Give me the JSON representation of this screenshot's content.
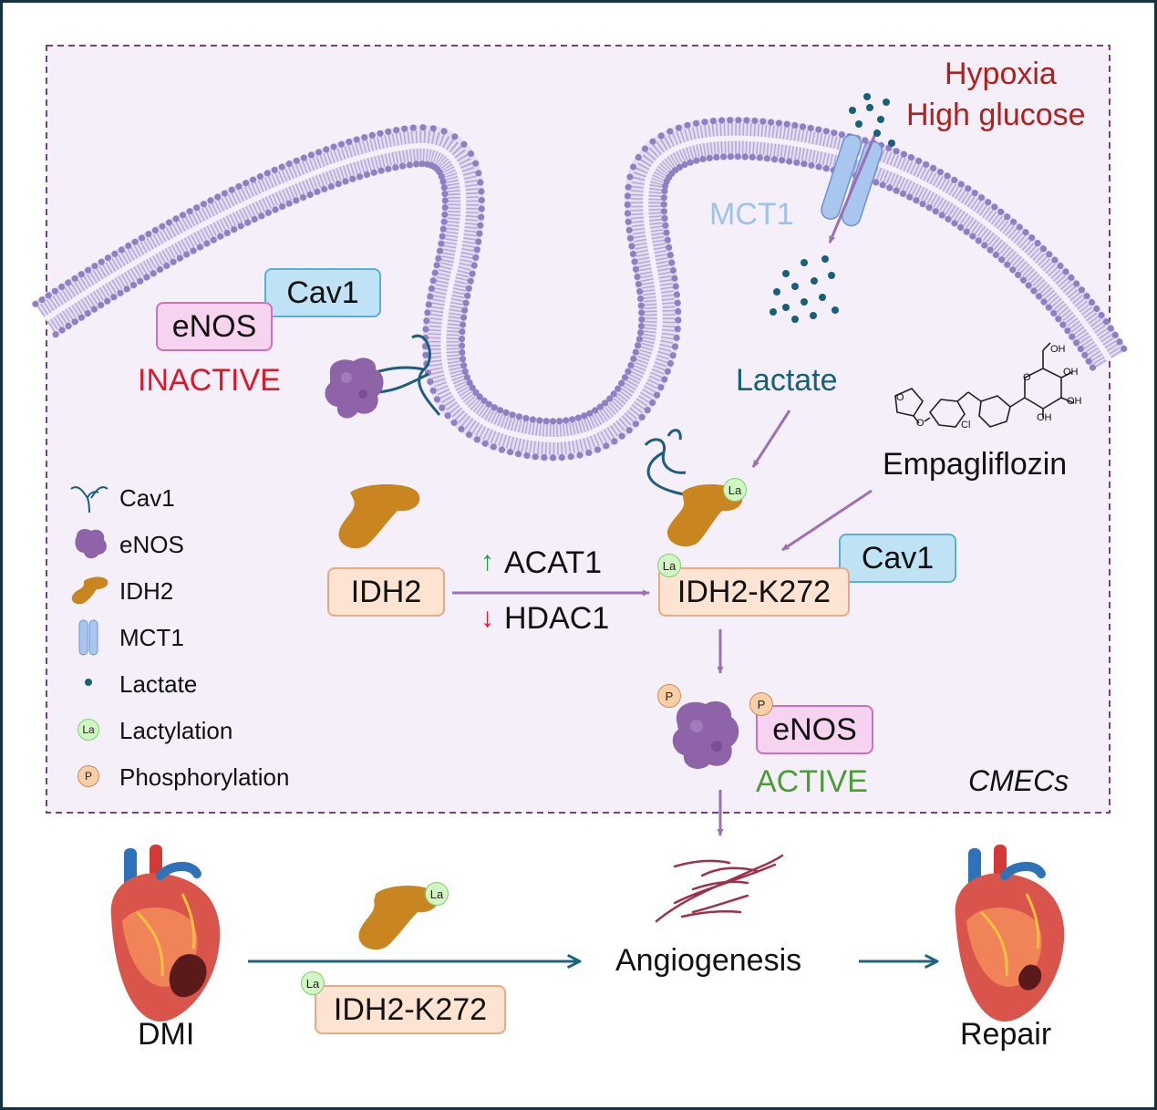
{
  "conditions": {
    "hypoxia": "Hypoxia",
    "high_glucose": "High glucose"
  },
  "membrane": {
    "transporter": "MCT1",
    "metabolite": "Lactate"
  },
  "inactive_complex": {
    "enos": "eNOS",
    "cav1": "Cav1",
    "state": "INACTIVE"
  },
  "drug": {
    "name": "Empagliflozin",
    "atoms": {
      "oh": "OH",
      "cl": "Cl",
      "o": "O"
    }
  },
  "pathway": {
    "substrate": "IDH2",
    "up_arrow": "↑",
    "up_enzyme": "ACAT1",
    "down_arrow": "↓",
    "down_enzyme": "HDAC1",
    "product": "IDH2-K272",
    "partner": "Cav1"
  },
  "active_complex": {
    "enos": "eNOS",
    "state": "ACTIVE"
  },
  "modification_marks": {
    "lactylation": "La",
    "phosphorylation": "P"
  },
  "cell_label": "CMECs",
  "legend": [
    {
      "icon": "cav1-icon",
      "label": "Cav1"
    },
    {
      "icon": "enos-icon",
      "label": "eNOS"
    },
    {
      "icon": "idh2-icon",
      "label": "IDH2"
    },
    {
      "icon": "mct1-icon",
      "label": "MCT1"
    },
    {
      "icon": "lactate-icon",
      "label": "Lactate"
    },
    {
      "icon": "lactylation-icon",
      "label": "Lactylation"
    },
    {
      "icon": "phosphorylation-icon",
      "label": "Phosphorylation"
    }
  ],
  "bottom_flow": {
    "start": "DMI",
    "mediator": "IDH2-K272",
    "process": "Angiogenesis",
    "outcome": "Repair"
  },
  "colors": {
    "frame": "#14323f",
    "cell_border": "#7a3f8c",
    "cell_fill": "#f4eff8",
    "membrane": "#8e80c2",
    "purple_arrow": "#9d6fb3",
    "teal_arrow": "#1d6382",
    "lactate": "#16607a",
    "idh2": "#c9851f",
    "enos": "#8e63a8",
    "inactive": "#e0162b",
    "active": "#4c9b35",
    "hypoxia": "#b21f1f",
    "mct1_label": "#9cc3ec",
    "vessel": "#9e3049"
  }
}
